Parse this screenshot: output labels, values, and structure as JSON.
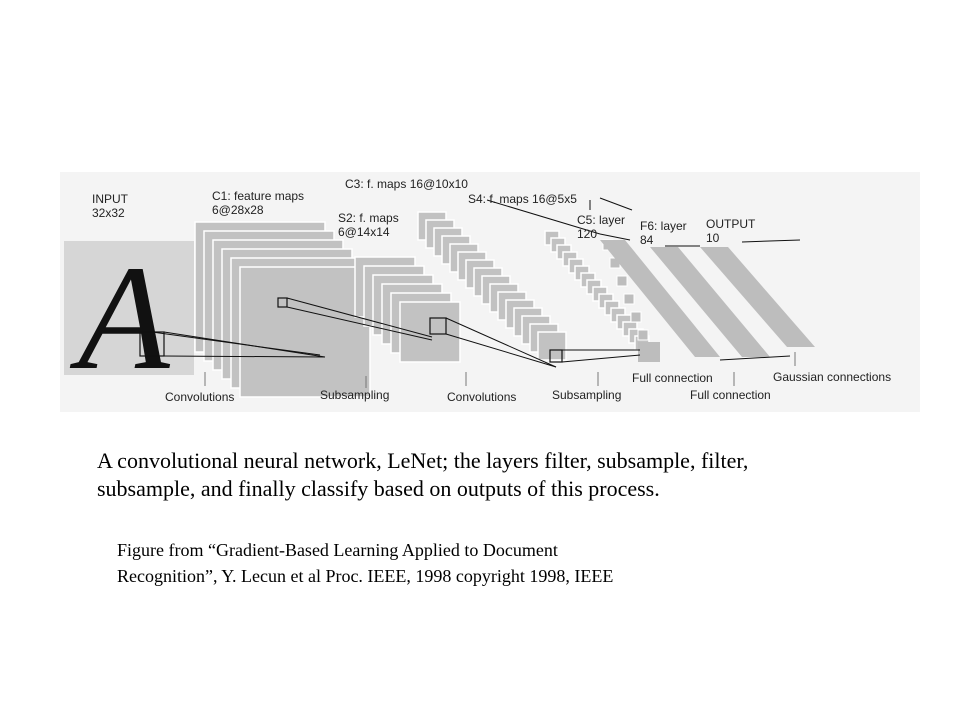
{
  "diagram": {
    "labels": {
      "input": [
        "INPUT",
        "32x32"
      ],
      "c1": [
        "C1: feature maps",
        "6@28x28"
      ],
      "s2": [
        "S2: f. maps",
        "6@14x14"
      ],
      "c3": [
        "C3: f. maps 16@10x10"
      ],
      "s4": [
        "S4: f. maps 16@5x5"
      ],
      "c5": [
        "C5: layer",
        "120"
      ],
      "f6": [
        "F6: layer",
        "84"
      ],
      "output": [
        "OUTPUT",
        "10"
      ]
    },
    "operations": {
      "conv1": "Convolutions",
      "sub1": "Subsampling",
      "conv2": "Convolutions",
      "sub2": "Subsampling",
      "full1": "Full connection",
      "full2": "Full connection",
      "gauss": "Gaussian connections"
    },
    "input_glyph": "A"
  },
  "caption": {
    "line1": "A convolutional neural network, LeNet; the layers filter, subsample, filter,",
    "line2": "subsample, and finally classify based on outputs of this process."
  },
  "credit": {
    "line1": "Figure from “Gradient-Based Learning Applied to Document",
    "line2": "Recognition”, Y. Lecun et al Proc. IEEE, 1998 copyright 1998, IEEE"
  },
  "colors": {
    "map_fill": "#c2c2c2",
    "map_edge": "#ffffff",
    "input_fill": "#d6d6d6",
    "line": "#111111",
    "band_fill": "#bdbdbd",
    "scan_bg": "#f4f4f4"
  }
}
